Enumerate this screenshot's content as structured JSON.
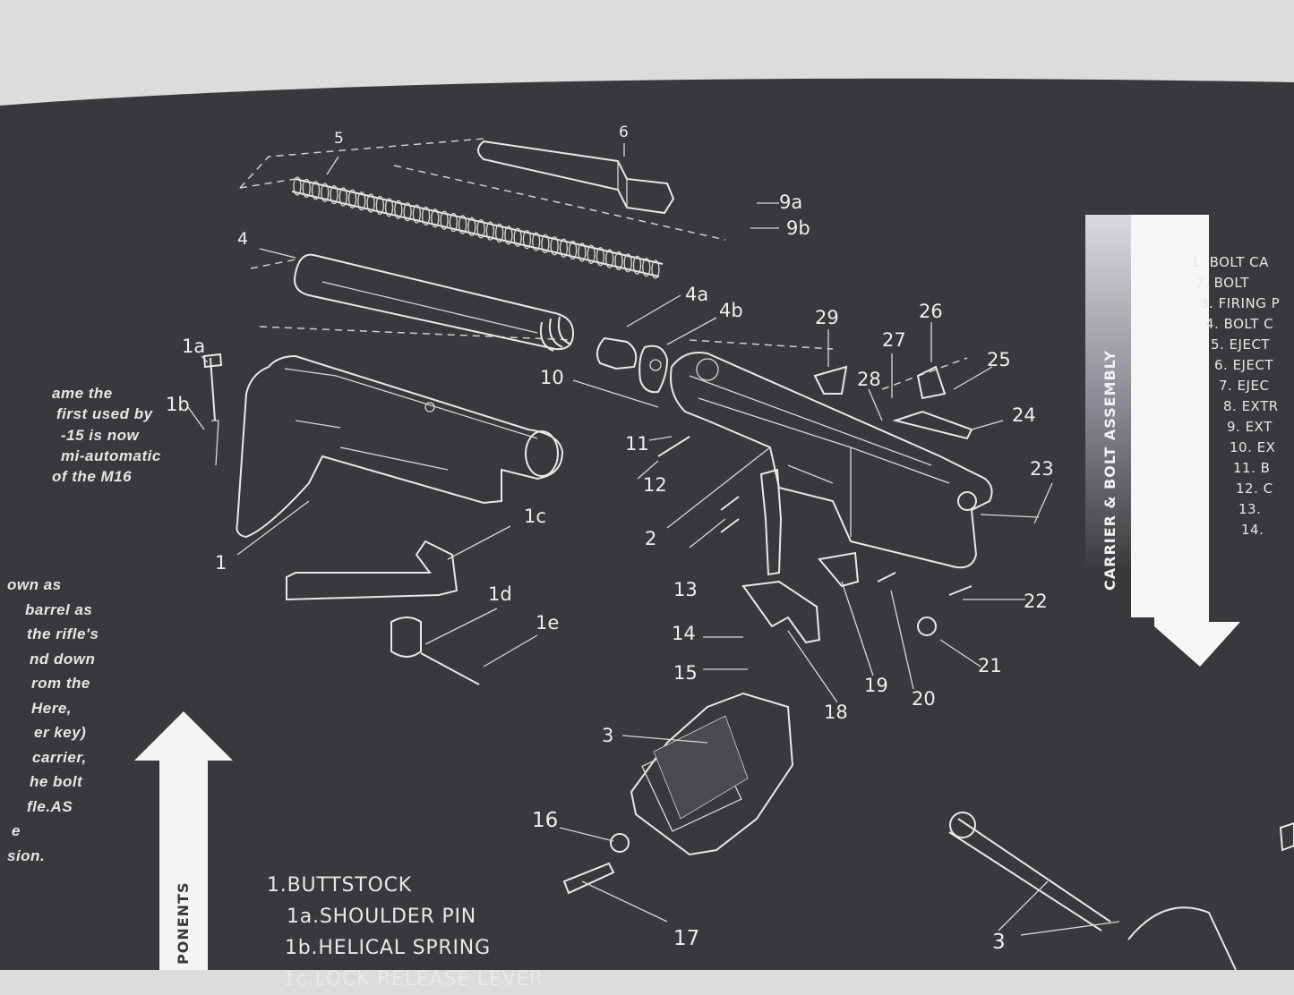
{
  "diagram": {
    "part_labels": [
      {
        "id": "5",
        "text": "5"
      },
      {
        "id": "6",
        "text": "6"
      },
      {
        "id": "9a",
        "text": "9a"
      },
      {
        "id": "9b",
        "text": "9b"
      },
      {
        "id": "4",
        "text": "4"
      },
      {
        "id": "4a",
        "text": "4a"
      },
      {
        "id": "4b",
        "text": "4b"
      },
      {
        "id": "1a",
        "text": "1a"
      },
      {
        "id": "1b",
        "text": "1b"
      },
      {
        "id": "10",
        "text": "10"
      },
      {
        "id": "29",
        "text": "29"
      },
      {
        "id": "26",
        "text": "26"
      },
      {
        "id": "27",
        "text": "27"
      },
      {
        "id": "25",
        "text": "25"
      },
      {
        "id": "28",
        "text": "28"
      },
      {
        "id": "24",
        "text": "24"
      },
      {
        "id": "11",
        "text": "11"
      },
      {
        "id": "12",
        "text": "12"
      },
      {
        "id": "23",
        "text": "23"
      },
      {
        "id": "1c",
        "text": "1c"
      },
      {
        "id": "1",
        "text": "1"
      },
      {
        "id": "2",
        "text": "2"
      },
      {
        "id": "13",
        "text": "13"
      },
      {
        "id": "22",
        "text": "22"
      },
      {
        "id": "1d",
        "text": "1d"
      },
      {
        "id": "1e",
        "text": "1e"
      },
      {
        "id": "14",
        "text": "14"
      },
      {
        "id": "15",
        "text": "15"
      },
      {
        "id": "21",
        "text": "21"
      },
      {
        "id": "19",
        "text": "19"
      },
      {
        "id": "20",
        "text": "20"
      },
      {
        "id": "18",
        "text": "18"
      },
      {
        "id": "3",
        "text": "3"
      },
      {
        "id": "16",
        "text": "16"
      },
      {
        "id": "17",
        "text": "17"
      },
      {
        "id": "3b",
        "text": "3"
      }
    ],
    "left_paragraph_1": [
      "ame the",
      "first used by",
      "-15 is now",
      "mi-automatic",
      " of the M16"
    ],
    "left_paragraph_2": [
      "own as",
      " barrel as",
      " the rifle's",
      "nd down",
      "rom the",
      "Here,",
      "er key)",
      "carrier,",
      "he bolt",
      "fle.AS",
      "e",
      "sion."
    ],
    "right_section_title": "CARRIER & BOLT ASSEMBLY",
    "left_section_title": "PONENTS",
    "right_list": [
      "1. BOLT CA",
      "2. BOLT",
      "3. FIRING P",
      "4. BOLT C",
      "5. EJECT",
      "6. EJECT",
      "7. EJEC",
      "8. EXTR",
      "9. EXT",
      "10. EX",
      "11. B",
      "12. C",
      "13. ",
      "14. "
    ],
    "bottom_list": [
      "1.BUTTSTOCK",
      "1a.SHOULDER PIN",
      "1b.HELICAL SPRING",
      "1c.LOCK RELEASE LEVER"
    ]
  }
}
